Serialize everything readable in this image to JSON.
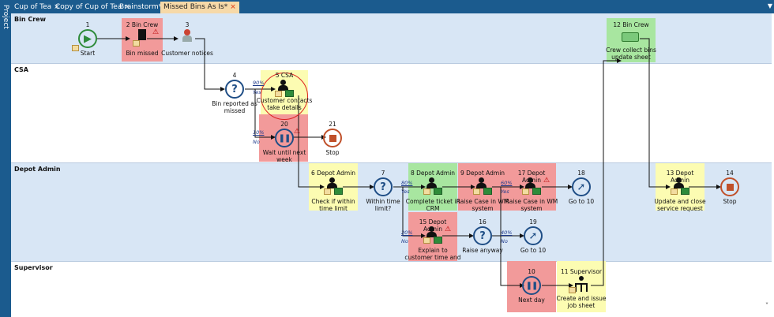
{
  "sidebar": {
    "label": "Project"
  },
  "tabs": [
    {
      "label": "Cup of Tea",
      "close": "×",
      "active": false
    },
    {
      "label": "Copy of Cup of Tea",
      "close": "×",
      "active": false
    },
    {
      "label": "Brainstorm*",
      "close": "×",
      "active": false
    },
    {
      "label": "Missed Bins As Is*",
      "close": "×",
      "active": true
    }
  ],
  "menu_glyph": "▼",
  "scroll_glyph": "˅",
  "lanes": [
    {
      "name": "Bin Crew",
      "color": "#d8e6f5"
    },
    {
      "name": "CSA",
      "color": "#ffffff"
    },
    {
      "name": "Depot Admin",
      "color": "#d8e6f5"
    },
    {
      "name": "Supervisor",
      "color": "#ffffff"
    }
  ],
  "nodes": {
    "n1": {
      "num": "1",
      "label": "Start",
      "type": "start"
    },
    "n2": {
      "num": "2 Bin Crew",
      "label": "Bin missed",
      "type": "activity",
      "highlight": "red",
      "warning": true
    },
    "n3": {
      "num": "3",
      "label": "Customer notices",
      "type": "activity"
    },
    "n4": {
      "num": "4",
      "label": "Bin reported as missed",
      "type": "decision"
    },
    "n5": {
      "num": "5 CSA",
      "label": "Customer contacts take details",
      "type": "activity",
      "highlight": "yellow",
      "circled": true
    },
    "n20": {
      "num": "20",
      "label": "Wait until next week",
      "type": "wait",
      "highlight": "red",
      "warning": true
    },
    "n21": {
      "num": "21",
      "label": "Stop",
      "type": "stop"
    },
    "n6": {
      "num": "6 Depot Admin",
      "label": "Check if within time limit",
      "type": "activity",
      "highlight": "yellow"
    },
    "n7": {
      "num": "7",
      "label": "Within time limit?",
      "type": "decision"
    },
    "n8": {
      "num": "8 Depot Admin",
      "label": "Complete ticket in CRM",
      "type": "activity",
      "highlight": "green"
    },
    "n9": {
      "num": "9 Depot Admin",
      "label": "Raise Case in WM system",
      "type": "activity",
      "highlight": "red"
    },
    "n17": {
      "num": "17 Depot Admin",
      "label": "Raise Case in WM system",
      "type": "activity",
      "highlight": "red",
      "warning": true
    },
    "n18": {
      "num": "18",
      "label": "Go to 10",
      "type": "goto"
    },
    "n15": {
      "num": "15 Depot Admin",
      "label": "Explain to customer time and",
      "type": "activity",
      "highlight": "red",
      "warning": true
    },
    "n16": {
      "num": "16",
      "label": "Raise anyway",
      "type": "decision"
    },
    "n19": {
      "num": "19",
      "label": "Go to 10",
      "type": "goto"
    },
    "n12": {
      "num": "12 Bin Crew",
      "label": "Crew collect bins update sheet",
      "type": "activity",
      "highlight": "green"
    },
    "n13": {
      "num": "13 Depot Admin",
      "label": "Update and close service request",
      "type": "activity",
      "highlight": "yellow"
    },
    "n14": {
      "num": "14",
      "label": "Stop",
      "type": "stop"
    },
    "n10": {
      "num": "10",
      "label": "Next day",
      "type": "wait",
      "highlight": "red"
    },
    "n11": {
      "num": "11 Supervisor",
      "label": "Create and issue job sheet",
      "type": "activity",
      "highlight": "yellow"
    }
  },
  "branches": {
    "b4_yes": {
      "pct": "90%",
      "label": "Yes"
    },
    "b4_no": {
      "pct": "10%",
      "label": "No"
    },
    "b7_yes": {
      "pct": "80%",
      "label": "Yes"
    },
    "b7_no": {
      "pct": "20%",
      "label": "No"
    },
    "b9_yes": {
      "pct": "60%",
      "label": "Yes"
    },
    "b16_no": {
      "pct": "40%",
      "label": "No"
    }
  },
  "icon_glyphs": {
    "start": "▶",
    "decision": "?",
    "goto": "➚",
    "wait": "❚❚",
    "warning": "⚠"
  },
  "colors": {
    "tabbar": "#1b5b8e",
    "active_tab": "#f6d9a8",
    "lane_blue": "#d8e6f5",
    "red_highlight": "#f29a9a",
    "yellow_highlight": "#fcfcb2",
    "green_highlight": "#a8e6a0",
    "circle": "#dd2222"
  }
}
